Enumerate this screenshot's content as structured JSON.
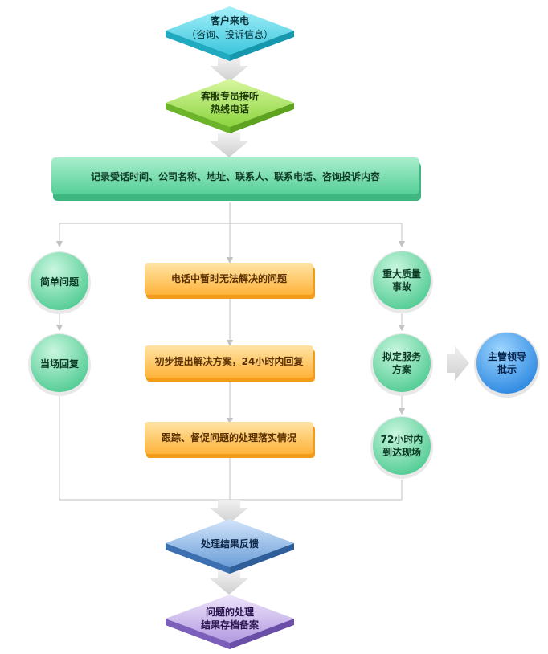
{
  "nodes": {
    "customer_call": {
      "line1": "客户来电",
      "line2": "（咨询、投诉信息）"
    },
    "hotline": {
      "line1": "客服专员接听",
      "line2": "热线电话"
    },
    "record": {
      "text": "记录受话时间、公司名称、地址、联系人、联系电话、咨询投诉内容"
    },
    "simple_issue": {
      "text": "简单问题"
    },
    "onsite_reply": {
      "text": "当场回复"
    },
    "unsolved": {
      "text": "电话中暂时无法解决的问题"
    },
    "initial_plan": {
      "text": "初步提出解决方案，24小时内回复"
    },
    "follow_up": {
      "text": "跟踪、督促问题的处理落实情况"
    },
    "major_accident": {
      "line1": "重大质量",
      "line2": "事故"
    },
    "draft_plan": {
      "line1": "拟定服务",
      "line2": "方案"
    },
    "arrive_72h": {
      "line1": "72小时内",
      "line2": "到达现场"
    },
    "supervisor": {
      "line1": "主管领导",
      "line2": "批示"
    },
    "feedback": {
      "text": "处理结果反馈"
    },
    "archive": {
      "line1": "问题的处理",
      "line2": "结果存档备案"
    }
  },
  "colors": {
    "cyan": "#2fc3d8",
    "green": "#86d23d",
    "mint": "#5dd3a0",
    "orange": "#ffb43c",
    "blue_circle": "#2d8fe6",
    "steel_blue": "#4f83c4",
    "purple": "#9b7fd0",
    "connector": "#c8c8c8"
  }
}
